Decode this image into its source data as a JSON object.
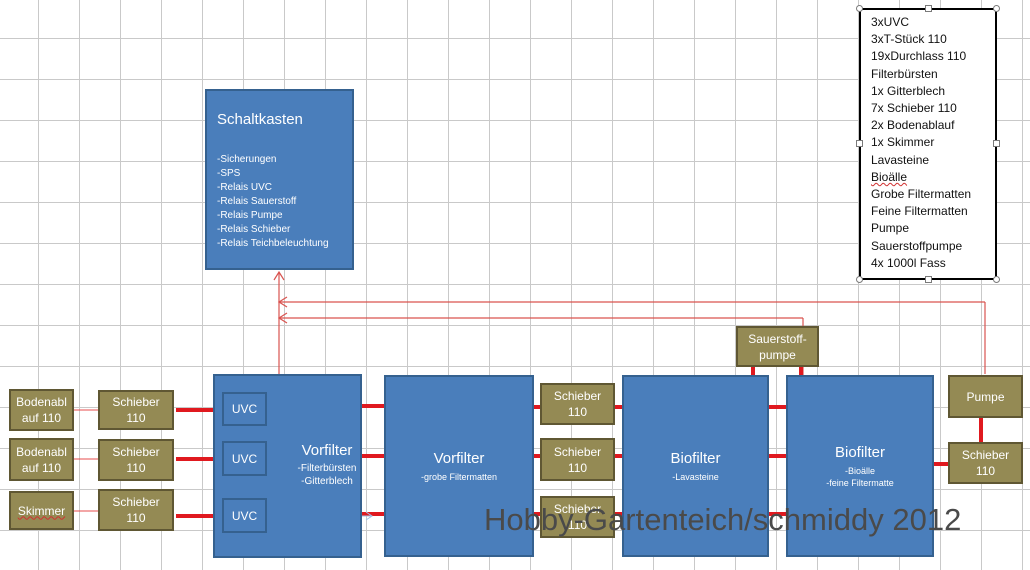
{
  "control_box": {
    "title": "Schaltkasten",
    "items": "-Sicherungen\n-SPS\n-Relais UVC\n-Relais Sauerstoff\n-Relais Pumpe\n-Relais Schieber\n-Relais Teichbeleuchtung"
  },
  "inlets": {
    "drain1": "Bodenabl\nauf 110",
    "drain2": "Bodenabl\nauf 110",
    "skimmer": "Skimmer"
  },
  "valves": {
    "in1": "Schieber\n110",
    "in2": "Schieber\n110",
    "in3": "Schieber\n110",
    "mid1": "Schieber\n110",
    "mid2": "Schieber\n110",
    "mid3": "Schieber\n110",
    "out": "Schieber\n110"
  },
  "uvc": [
    "UVC",
    "UVC",
    "UVC"
  ],
  "filters": {
    "pre1": {
      "title": "Vorfilter",
      "sub": "-Filterbürsten\n-Gitterblech"
    },
    "pre2": {
      "title": "Vorfilter",
      "sub": "-grobe Filtermatten"
    },
    "bio1": {
      "title": "Biofilter",
      "sub": "-Lavasteine"
    },
    "bio2": {
      "title": "Biofilter",
      "sub": "-Bioälle\n-feine Filtermatte"
    }
  },
  "oxygen_pump": "Sauerstoff-\npumpe",
  "pump": "Pumpe",
  "parts_list": [
    "3xUVC",
    "3xT-Stück 110",
    "19xDurchlass 110",
    "Filterbürsten",
    "1x Gitterblech",
    "7x Schieber 110",
    "2x Bodenablauf",
    "1x Skimmer",
    "Lavasteine",
    "Bioälle",
    "Grobe  Filtermatten",
    "Feine Filtermatten",
    "Pumpe",
    "Sauerstoffpumpe",
    "4x 1000l  Fass"
  ],
  "watermark": "Hobby-Gartenteich/schmiddy 2012",
  "colors": {
    "box_blue": "#4a7ebb",
    "box_olive": "#948a54",
    "pipe_red": "#e0191f",
    "signal_line": "#d9534f"
  }
}
